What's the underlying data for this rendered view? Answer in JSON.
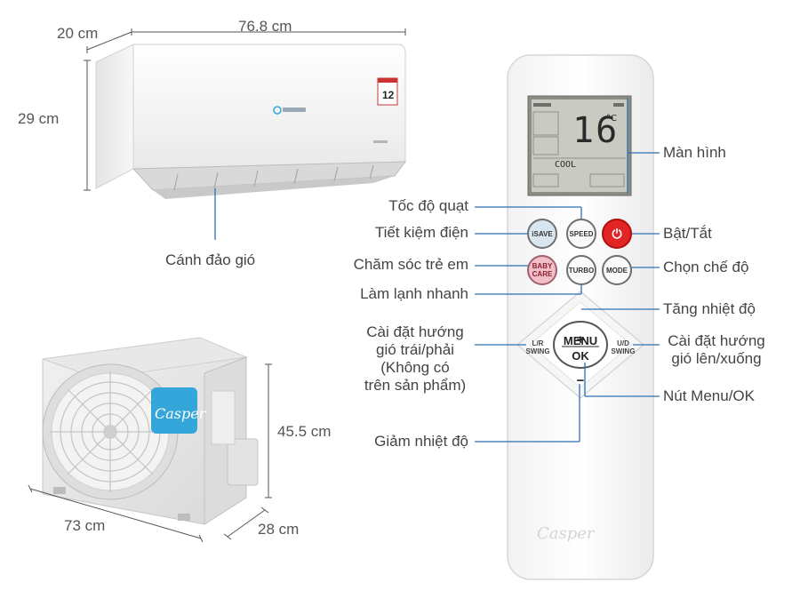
{
  "indoor_unit": {
    "depth": "20 cm",
    "width": "76.8 cm",
    "height": "29 cm",
    "part_label": "Cánh đảo gió",
    "badge_number": "12"
  },
  "outdoor_unit": {
    "height": "45.5 cm",
    "width": "73 cm",
    "depth": "28 cm",
    "brand": "Casper"
  },
  "remote": {
    "lcd_temperature": "16",
    "lcd_unit": "°C",
    "lcd_mode": "COOL",
    "buttons": {
      "isave": "iSAVE",
      "speed": "SPEED",
      "baby_line1": "BABY",
      "baby_line2": "CARE",
      "turbo": "TURBO",
      "mode": "MODE",
      "lr_line1": "L/R",
      "lr_line2": "SWING",
      "ud_line1": "U/D",
      "ud_line2": "SWING",
      "menu": "MENU",
      "ok": "OK",
      "plus": "+",
      "minus": "−",
      "power": "⏻"
    },
    "brand": "Casper"
  },
  "callouts": {
    "screen": "Màn hình",
    "fan_speed": "Tốc độ quạt",
    "energy_saving": "Tiết kiệm điện",
    "power": "Bật/Tắt",
    "baby_care": "Chăm sóc trẻ em",
    "mode": "Chọn chế độ",
    "fast_cooling": "Làm lạnh nhanh",
    "temp_up": "Tăng nhiệt độ",
    "lr_swing": [
      "Cài đặt hướng",
      "gió trái/phải",
      "(Không có",
      "trên sản phẩm)"
    ],
    "ud_swing": [
      "Cài đặt hướng",
      "gió lên/xuống"
    ],
    "menu_ok": "Nút Menu/OK",
    "temp_down": "Giảm nhiệt độ"
  },
  "colors": {
    "leader_line": "#2f6fb5",
    "power_button": "#e32424",
    "logo_badge": "#35a6d9"
  }
}
